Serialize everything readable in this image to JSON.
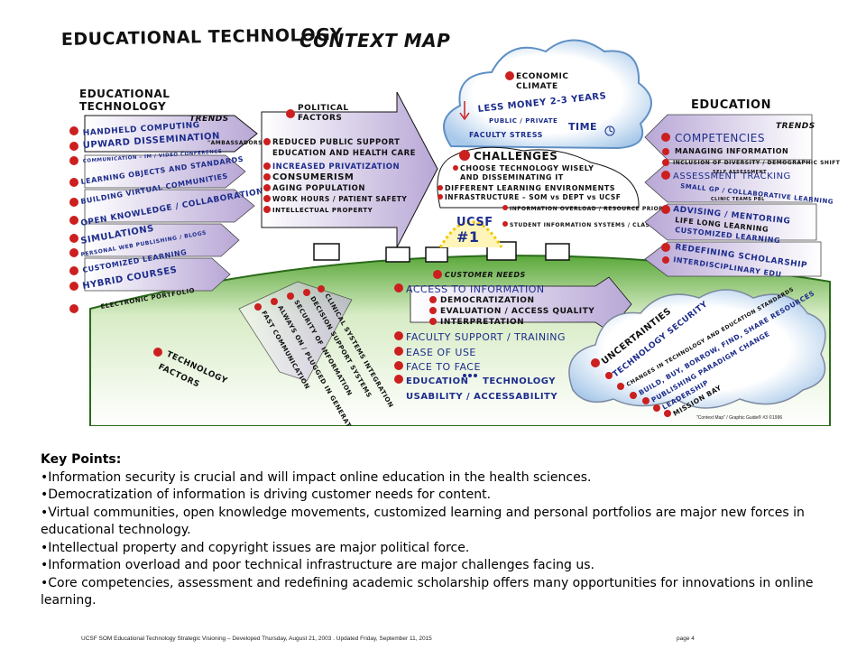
{
  "map": {
    "title_left": "EDUCATIONAL TECHNOLOGY",
    "title_right": "CONTEXT MAP",
    "credit": "\"Context Map\" / Graphic Guide® #3 ©1996",
    "edtech_trends": {
      "heading1": "EDUCATIONAL",
      "heading2": "TECHNOLOGY",
      "heading3": "TRENDS",
      "items": [
        "HANDHELD COMPUTING",
        "UPWARD DISSEMINATION",
        "\"AMBASSADORS\"",
        "COMMUNICATION – IM / VIDEO CONFERENCE",
        "LEARNING OBJECTS AND STANDARDS",
        "BUILDING VIRTUAL COMMUNITIES",
        "OPEN KNOWLEDGE / COLLABORATION",
        "SIMULATIONS",
        "PERSONAL WEB PUBLISHING / BLOGS",
        "CUSTOMIZED LEARNING",
        "HYBRID COURSES",
        "ELECTRONIC PORTFOLIO"
      ]
    },
    "political": {
      "heading1": "POLITICAL",
      "heading2": "FACTORS",
      "items": [
        "REDUCED PUBLIC SUPPORT",
        "EDUCATION AND HEALTH CARE",
        "INCREASED PRIVATIZATION",
        "CONSUMERISM",
        "AGING POPULATION",
        "WORK HOURS / PATIENT SAFETY",
        "INTELLECTUAL PROPERTY"
      ]
    },
    "economic": {
      "heading1": "ECONOMIC",
      "heading2": "CLIMATE",
      "items": [
        "LESS MONEY 2-3 YEARS",
        "PUBLIC / PRIVATE",
        "FACULTY STRESS",
        "TIME"
      ]
    },
    "challenges": {
      "heading": "CHALLENGES",
      "items": [
        "CHOOSE TECHNOLOGY WISELY",
        "AND DISSEMINATING IT",
        "DIFFERENT LEARNING ENVIRONMENTS",
        "INFRASTRUCTURE – SOM vs DEPT vs UCSF",
        "INFORMATION OVERLOAD / RESOURCE PRIORITIZATION",
        "STUDENT INFORMATION SYSTEMS / CLASSROOM SUPPORT"
      ]
    },
    "ucsf": {
      "line1": "UCSF",
      "line2": "#1"
    },
    "education_trends": {
      "heading1": "EDUCATION",
      "heading2": "TRENDS",
      "items": [
        "COMPETENCIES",
        "MANAGING INFORMATION",
        "INCLUSION OF DIVERSITY / DEMOGRAPHIC SHIFT",
        "ASSESSMENT TRACKING",
        "SELF ASSESSMENT",
        "SMALL GP / COLLABORATIVE LEARNING",
        "CLINIC TEAMS PBL",
        "ADVISING / MENTORING",
        "LIFE LONG LEARNING",
        "CUSTOMIZED LEARNING",
        "REDEFINING SCHOLARSHIP",
        "INTERDISCIPLINARY EDU"
      ]
    },
    "customer": {
      "heading": "CUSTOMER NEEDS",
      "items": [
        "ACCESS TO INFORMATION",
        "DEMOCRATIZATION",
        "EVALUATION / ACCESS QUALITY",
        "INTERPRETATION",
        "FACULTY SUPPORT / TRAINING",
        "EASE OF USE",
        "FACE TO FACE",
        "EDUCATION",
        "TECHNOLOGY",
        "USABILITY / ACCESSABILITY"
      ]
    },
    "tech_factors": {
      "heading1": "TECHNOLOGY",
      "heading2": "FACTORS",
      "items": [
        "CLINICAL SYSTEMS INTEGRATION",
        "DECISION SUPPORT SYSTEMS",
        "SECURITY OF INFORMATION",
        "ALWAYS ON / PLUGGED IN GENERATION",
        "FAST COMMUNICATION"
      ]
    },
    "uncertainties": {
      "heading": "UNCERTAINTIES",
      "items": [
        "TECHNOLOGY SECURITY",
        "CHANGES IN TECHNOLOGY AND EDUCATION STANDARDS",
        "BUILD, BUY, BORROW, FIND, SHARE RESOURCES",
        "PUBLISHING PARADIGM CHANGE",
        "LEADERSHIP",
        "MISSION BAY"
      ]
    }
  },
  "key_points": {
    "title": "Key Points:",
    "items": [
      "•Information security is crucial and will impact online education in the health sciences.",
      "•Democratization of information is driving customer needs for content.",
      "•Virtual communities, open knowledge movements, customized learning and personal portfolios are major new forces in educational technology.",
      "•Intellectual property and copyright issues are major political force.",
      "•Information overload and poor technical infrastructure are major challenges facing us.",
      "•Core competencies, assessment and redefining academic scholarship offers many opportunities for innovations in online learning."
    ]
  },
  "footer": {
    "text": "UCSF SOM Educational Technology Strategic Visioning – Developed Thursday, August 21, 2003 . Updated Friday, September 11, 2015",
    "page": "page 4"
  },
  "colors": {
    "ink_blue": "#1d2d8c",
    "dot_red": "#cc1f1f",
    "arrow_purple": "#7a5fa8",
    "ground_green": "#6fb34a",
    "cloud_blue": "#9cc2e6"
  }
}
